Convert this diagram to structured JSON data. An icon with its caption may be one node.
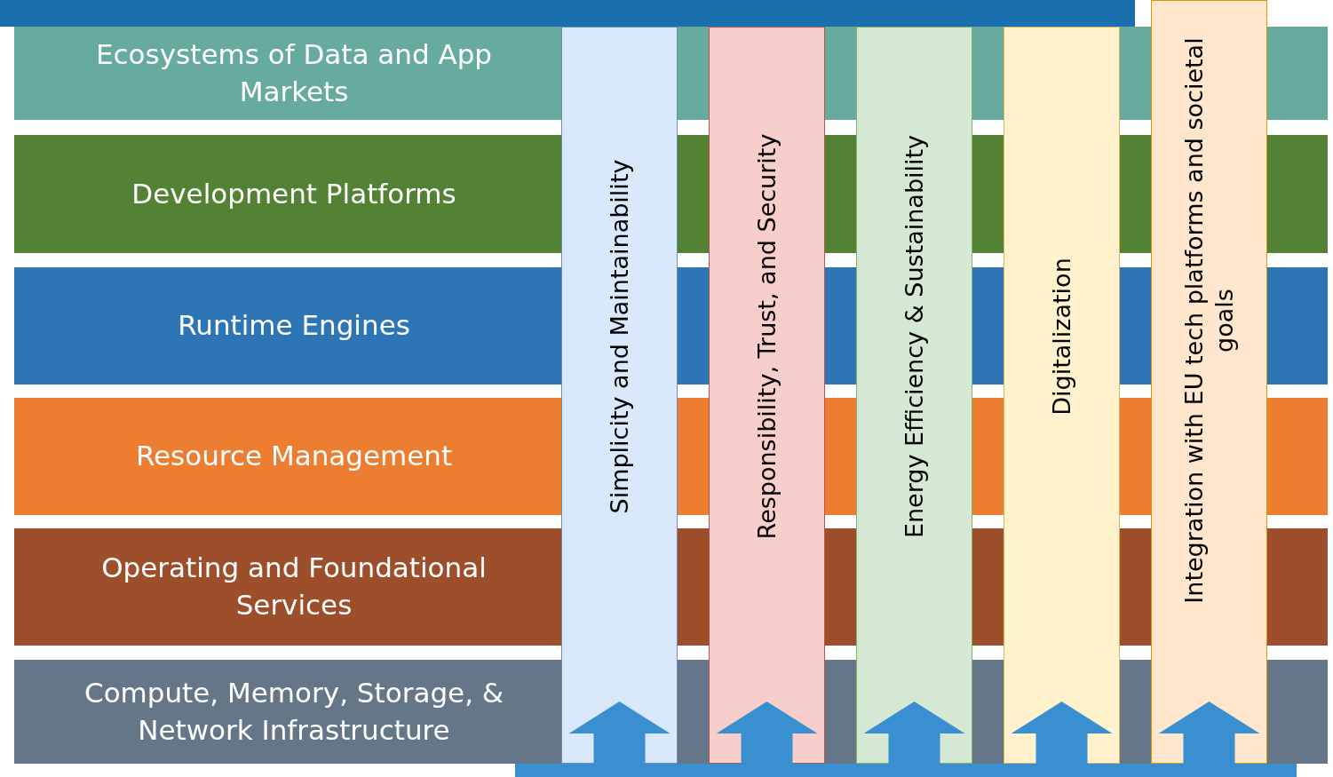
{
  "diagram": {
    "nodes": [
      {
        "text": [
          "Ecosystems of Data and App Markets"
        ]
      },
      {
        "text": [
          "Development Platforms"
        ]
      },
      {
        "text": [
          "Runtime Engines"
        ]
      },
      {
        "text": [
          "Resource Management"
        ]
      },
      {
        "text": [
          "Operating and Foundational Services"
        ]
      },
      {
        "text": [
          "Compute, Memory, Storage, & Network Infrastructure"
        ]
      },
      {
        "text": [
          "Simplicity and Maintainability"
        ]
      },
      {
        "text": [
          "Responsibility, Trust, and Security"
        ]
      },
      {
        "text": [
          "Energy Efficiency & Sustainability"
        ]
      },
      {
        "text": [
          "Digitalization"
        ]
      },
      {
        "text": [
          "Integration with EU tech platforms and societal goals"
        ]
      },
      {
        "text": [],
        "shape": "bar"
      }
    ],
    "edges": [
      {
        "from": 11,
        "to": 6,
        "arrow": "to"
      },
      {
        "from": 11,
        "to": 7,
        "arrow": "to"
      },
      {
        "from": 11,
        "to": 8,
        "arrow": "to"
      },
      {
        "from": 11,
        "to": 9,
        "arrow": "to"
      },
      {
        "from": 11,
        "to": 10,
        "arrow": "to"
      }
    ]
  }
}
